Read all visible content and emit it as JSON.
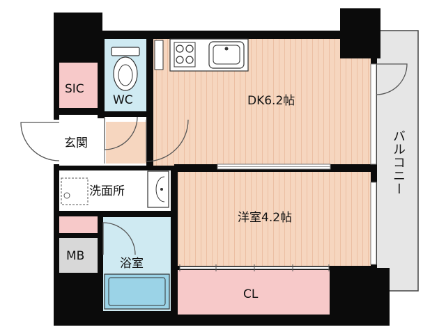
{
  "rooms": {
    "sic": "SIC",
    "wc": "WC",
    "genkan": "玄関",
    "dk": "DK6.2帖",
    "senmenjo": "洗面所",
    "yoshitsu": "洋室4.2帖",
    "mb": "MB",
    "yokushitsu": "浴室",
    "cl": "CL",
    "balcony": "バルコニー"
  },
  "colors": {
    "wall": "#0b0b0b",
    "flooring": "#f6d6bf",
    "flooring_line": "#e4ab8c",
    "pink_room": "#f7c9c9",
    "wet_room": "#cfeaf2",
    "wet_fixture": "#9bd3e7",
    "mb_gray": "#d8d8d8",
    "balcony": "#e6e6e6",
    "door_arc": "#555555"
  },
  "icons": [
    "stove-icon",
    "sink-icon",
    "toilet-icon",
    "washbasin-icon",
    "washing-machine-icon",
    "bathtub-icon",
    "door-swing-icon"
  ]
}
